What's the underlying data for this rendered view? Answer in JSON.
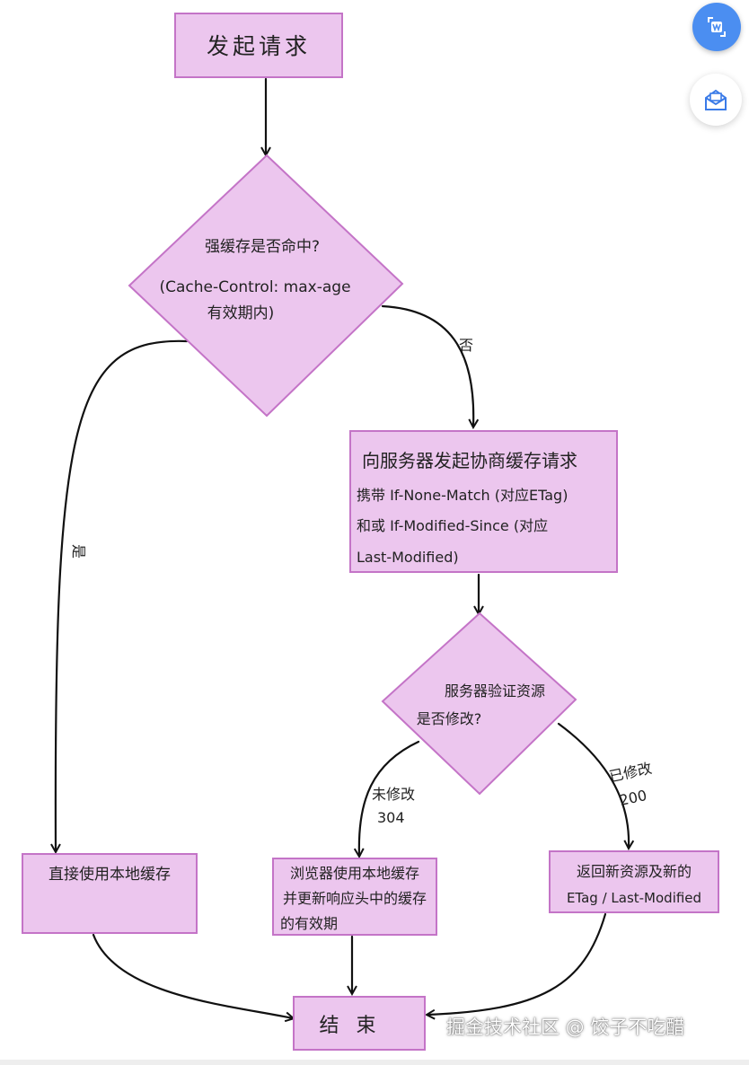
{
  "diagram": {
    "start": "发起请求",
    "decision_cache": [
      "强缓存是否命中?",
      "(Cache-Control: max-age",
      "有效期内)"
    ],
    "edge_no": "否",
    "edge_yes": "是",
    "negotiate_request": [
      "向服务器发起协商缓存请求",
      "携带 If-None-Match (对应ETag)",
      "和或 If-Modified-Since (对应",
      "Last-Modified)"
    ],
    "decision_server": [
      "服务器验证资源",
      "是否修改?"
    ],
    "edge_not_modified": [
      "未修改",
      "304"
    ],
    "edge_modified": [
      "已修改",
      "200"
    ],
    "use_local_cache": "直接使用本地缓存",
    "browser_use_cache": [
      "浏览器使用本地缓存",
      "并更新响应头中的缓存",
      "的有效期"
    ],
    "return_new": [
      "返回新资源及新的",
      "ETag / Last-Modified"
    ],
    "end": "结 束"
  },
  "watermark": "掘金技术社区 @ 饺子不吃醋",
  "icons": {
    "translate": "translate-icon",
    "mail": "mail-icon"
  },
  "colors": {
    "node_fill": "#ecc6ee",
    "node_stroke": "#c474c7",
    "button_blue": "#4b8ef1"
  }
}
